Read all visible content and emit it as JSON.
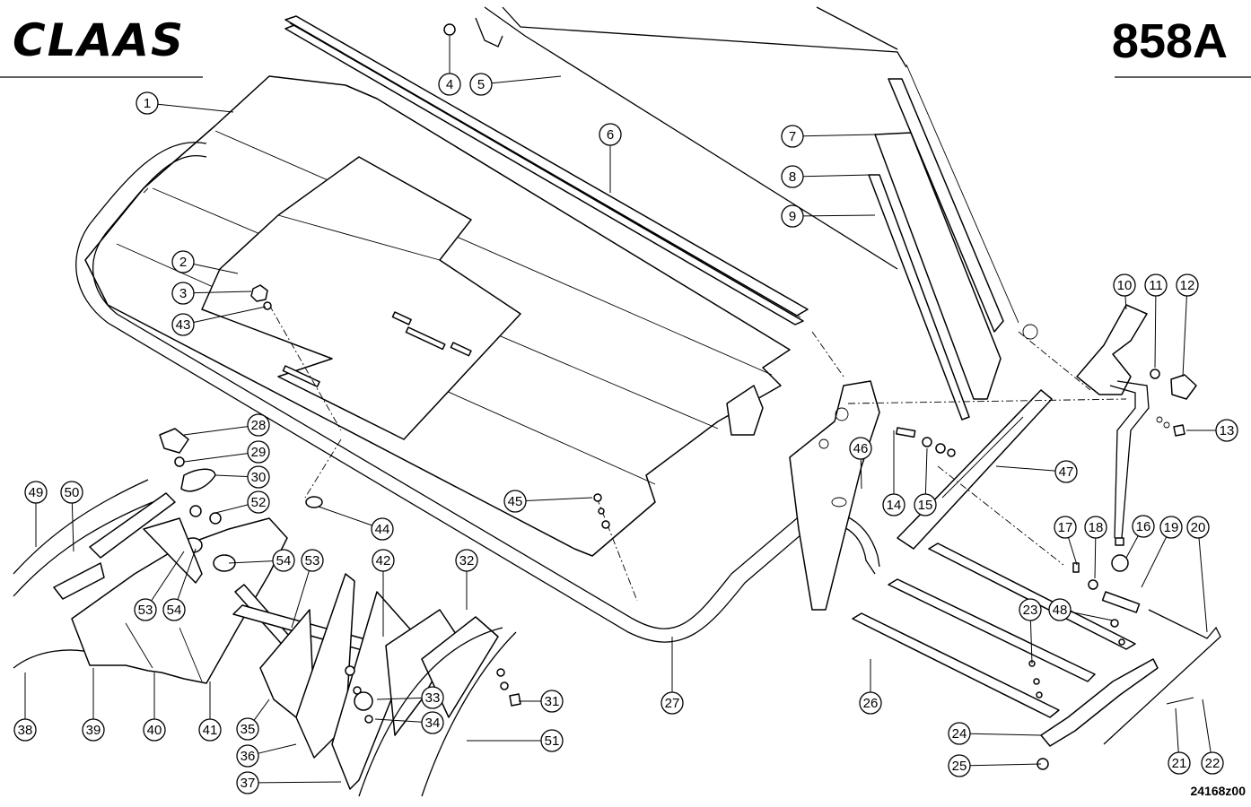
{
  "header": {
    "logo_text": "CLAAS",
    "page_code": "858A"
  },
  "footer": {
    "drawing_ref": "24168z00"
  },
  "callouts": [
    {
      "n": "1"
    },
    {
      "n": "2"
    },
    {
      "n": "3"
    },
    {
      "n": "4"
    },
    {
      "n": "5"
    },
    {
      "n": "6"
    },
    {
      "n": "7"
    },
    {
      "n": "8"
    },
    {
      "n": "9"
    },
    {
      "n": "10"
    },
    {
      "n": "11"
    },
    {
      "n": "12"
    },
    {
      "n": "13"
    },
    {
      "n": "14"
    },
    {
      "n": "15"
    },
    {
      "n": "16"
    },
    {
      "n": "17"
    },
    {
      "n": "18"
    },
    {
      "n": "19"
    },
    {
      "n": "20"
    },
    {
      "n": "21"
    },
    {
      "n": "22"
    },
    {
      "n": "23"
    },
    {
      "n": "48"
    },
    {
      "n": "24"
    },
    {
      "n": "25"
    },
    {
      "n": "26"
    },
    {
      "n": "27"
    },
    {
      "n": "28"
    },
    {
      "n": "29"
    },
    {
      "n": "30"
    },
    {
      "n": "52"
    },
    {
      "n": "31"
    },
    {
      "n": "32"
    },
    {
      "n": "33"
    },
    {
      "n": "34"
    },
    {
      "n": "35"
    },
    {
      "n": "36"
    },
    {
      "n": "37"
    },
    {
      "n": "38"
    },
    {
      "n": "39"
    },
    {
      "n": "40"
    },
    {
      "n": "41"
    },
    {
      "n": "42"
    },
    {
      "n": "43"
    },
    {
      "n": "44"
    },
    {
      "n": "45"
    },
    {
      "n": "46"
    },
    {
      "n": "47"
    },
    {
      "n": "49"
    },
    {
      "n": "50"
    },
    {
      "n": "51"
    },
    {
      "n": "53"
    },
    {
      "n": "54"
    },
    {
      "n": "53"
    },
    {
      "n": "54"
    }
  ]
}
